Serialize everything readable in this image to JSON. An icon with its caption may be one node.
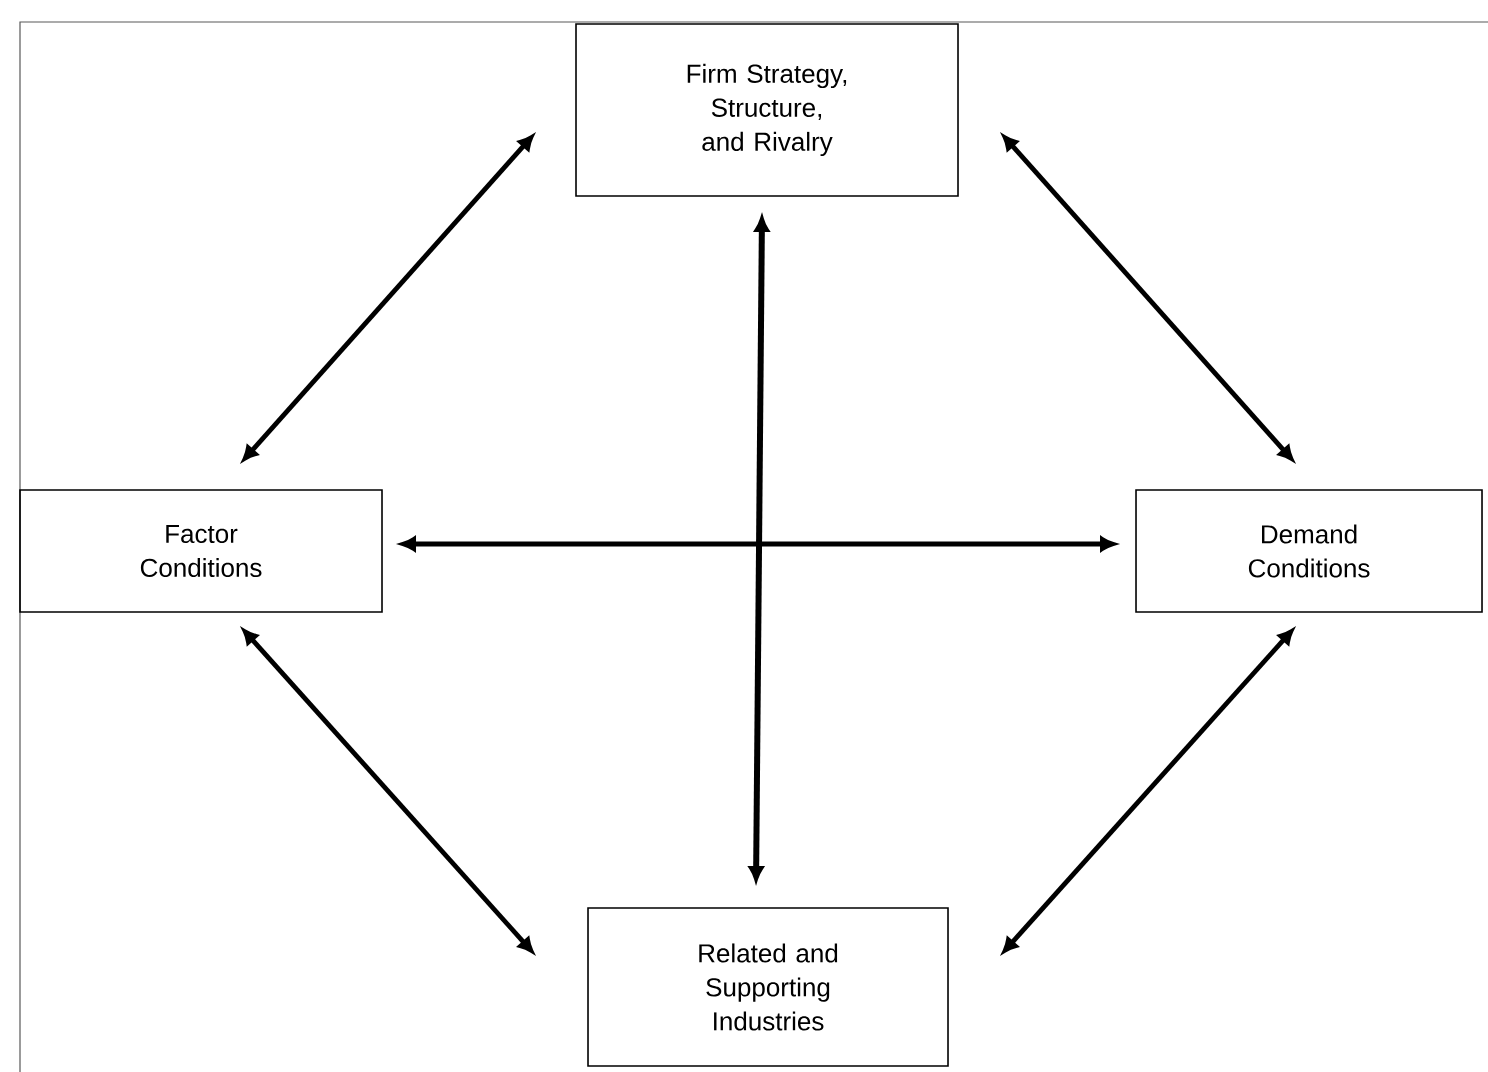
{
  "diagram": {
    "nodes": [
      {
        "text": [
          "Firm Strategy, Structure, and Rivalry"
        ]
      },
      {
        "text": [
          "Factor Conditions"
        ]
      },
      {
        "text": [
          "Demand Conditions"
        ]
      },
      {
        "text": [
          "Related and Supporting Industries"
        ]
      }
    ],
    "edges": [
      {
        "from": 1,
        "to": 0,
        "arrow": "both"
      },
      {
        "from": 0,
        "to": 2,
        "arrow": "both"
      },
      {
        "from": 1,
        "to": 2,
        "arrow": "both"
      },
      {
        "from": 0,
        "to": 3,
        "arrow": "both"
      },
      {
        "from": 1,
        "to": 3,
        "arrow": "both"
      },
      {
        "from": 2,
        "to": 3,
        "arrow": "both"
      }
    ]
  }
}
